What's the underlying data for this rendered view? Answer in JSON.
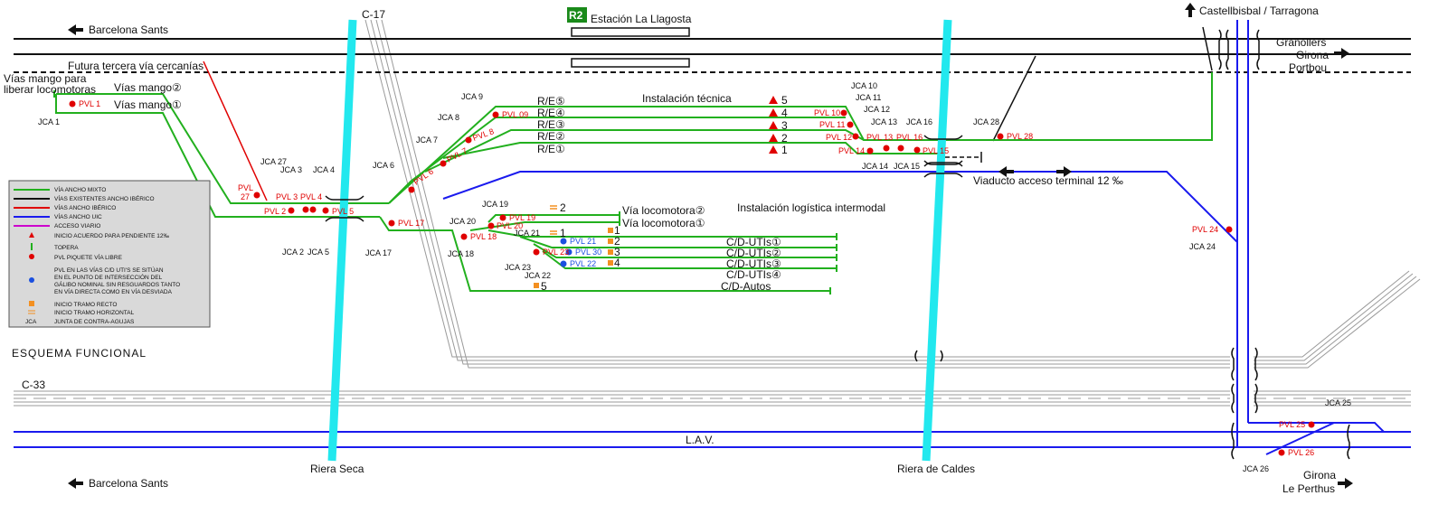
{
  "colors": {
    "mixed": "#22b01e",
    "iberian": "#111111",
    "iberian_track": "#e00000",
    "uic": "#1a1aee",
    "road_access": "#cc00cc",
    "river": "#22e8ee",
    "road": "#9a9a9a",
    "slope": "#e00000",
    "straight": "#f39021",
    "horizontal": "#f39021",
    "pvl": "#e00000",
    "pvl_blue": "#1a4fe0"
  },
  "labels": {
    "barcelona_sants_top": "Barcelona Sants",
    "barcelona_sants_bottom": "Barcelona Sants",
    "c17": "C-17",
    "c33": "C-33",
    "r2_badge": "R2",
    "station": "Estación La Llagosta",
    "castellbisbal": "Castellbisbal / Tarragona",
    "granollers": "Granollers",
    "girona_top": "Girona",
    "portbou": "Portbou",
    "futura": "Futura tercera vía cercanías",
    "mango_release_1": "Vías mango para",
    "mango_release_2": "liberar locomotoras",
    "mango_2": "Vías mango②",
    "mango_1": "Vías mango①",
    "tech_install": "Instalación técnica",
    "logistics": "Instalación logística intermodal",
    "viaduct": "Viaducto acceso terminal 12 ‰",
    "loco_2": "Vía locomotora②",
    "loco_1": "Vía locomotora①",
    "cd_utis": [
      "C/D-UTIs①",
      "C/D-UTIs②",
      "C/D-UTIs③",
      "C/D-UTIs④"
    ],
    "cd_autos": "C/D-Autos",
    "esquema": "ESQUEMA FUNCIONAL",
    "riera_seca": "Riera Seca",
    "riera_caldes": "Riera de Caldes",
    "lav": "L.A.V.",
    "girona_bottom": "Girona",
    "le_perthus": "Le Perthus",
    "re": [
      "R/E⑤",
      "R/E④",
      "R/E③",
      "R/E②",
      "R/E①"
    ],
    "slope_numbers": [
      "5",
      "4",
      "3",
      "2",
      "1"
    ],
    "straight_numbers": [
      "1",
      "2",
      "3",
      "4",
      "5"
    ],
    "horizontal_numbers": [
      "2",
      "1"
    ]
  },
  "jca": [
    "JCA 1",
    "JCA 2",
    "JCA 3",
    "JCA 4",
    "JCA 5",
    "JCA 6",
    "JCA 7",
    "JCA 8",
    "JCA 9",
    "JCA 10",
    "JCA 11",
    "JCA 12",
    "JCA 13",
    "JCA 14",
    "JCA 15",
    "JCA 16",
    "JCA 17",
    "JCA 18",
    "JCA 19",
    "JCA 20",
    "JCA 21",
    "JCA 22",
    "JCA 23",
    "JCA 24",
    "JCA 25",
    "JCA 26",
    "JCA 27",
    "JCA 28"
  ],
  "pvl": [
    "PVL 1",
    "PVL",
    "27",
    "PVL 2",
    "PVL 3",
    "PVL 4",
    "PVL 5",
    "PVL 6",
    "PVL 7",
    "PVL 8",
    "PVL 09",
    "PVL 10",
    "PVL 11",
    "PVL 12",
    "PVL 13",
    "PVL 14",
    "PVL 15",
    "PVL 16",
    "PVL 17",
    "PVL 18",
    "PVL 19",
    "PVL 20",
    "PVL 21",
    "PVL 22",
    "PVL 23",
    "PVL 24",
    "PVL 25",
    "PVL 26",
    "PVL 28",
    "PVL 30"
  ],
  "legend": [
    "VÍA ANCHO MIXTO",
    "VÍAS EXISTENTES ANCHO IBÉRICO",
    "VÍAS ANCHO IBÉRICO",
    "VÍAS ANCHO UIC",
    "ACCESO VIARIO",
    "INICIO ACUERDO PARA PENDIENTE 12‰",
    "TOPERA",
    "PVL PIQUETE VÍA LIBRE",
    "PVL EN LAS VÍAS C/D UTI'S SE SITÚAN",
    "EN EL PUNTO DE INTERSECCIÓN DEL",
    "GÁLIBO NOMINAL SIN RESGUARDOS TANTO",
    "EN VÍA DIRECTA COMO EN VÍA DESVIADA",
    "INICIO TRAMO RECTO",
    "INICIO TRAMO HORIZONTAL",
    "JCA",
    "JUNTA DE CONTRA-AGUJAS"
  ]
}
